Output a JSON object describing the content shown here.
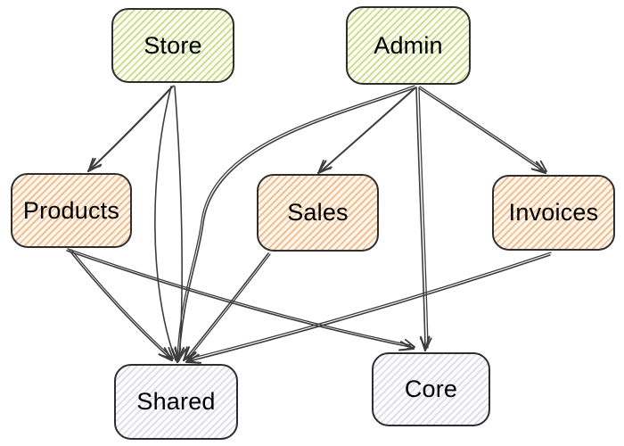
{
  "diagram": {
    "nodes": [
      {
        "id": "store",
        "label": "Store",
        "type": "app"
      },
      {
        "id": "admin",
        "label": "Admin",
        "type": "app"
      },
      {
        "id": "products",
        "label": "Products",
        "type": "feature"
      },
      {
        "id": "sales",
        "label": "Sales",
        "type": "feature"
      },
      {
        "id": "invoices",
        "label": "Invoices",
        "type": "feature"
      },
      {
        "id": "shared",
        "label": "Shared",
        "type": "lib"
      },
      {
        "id": "core",
        "label": "Core",
        "type": "lib"
      }
    ],
    "edges": [
      {
        "from": "store",
        "to": "products"
      },
      {
        "from": "store",
        "to": "shared"
      },
      {
        "from": "admin",
        "to": "sales"
      },
      {
        "from": "admin",
        "to": "invoices"
      },
      {
        "from": "admin",
        "to": "core"
      },
      {
        "from": "admin",
        "to": "shared"
      },
      {
        "from": "products",
        "to": "shared"
      },
      {
        "from": "products",
        "to": "core"
      },
      {
        "from": "sales",
        "to": "shared"
      },
      {
        "from": "invoices",
        "to": "shared"
      }
    ],
    "styles": {
      "app": {
        "stripe": "#c9d98c",
        "bg": "#fbfdf1",
        "border": "#2e2e2e"
      },
      "feature": {
        "stripe": "#f1b98a",
        "bg": "#fdf4ea",
        "border": "#2e2e2e"
      },
      "lib": {
        "stripe": "#dbdbe6",
        "bg": "#fdfdff",
        "border": "#2e2e2e"
      },
      "edge_color": "#3d3d3d",
      "canvas_bg": "#ffffff",
      "arrow_style": "open-sketchy-double-stroke"
    }
  }
}
